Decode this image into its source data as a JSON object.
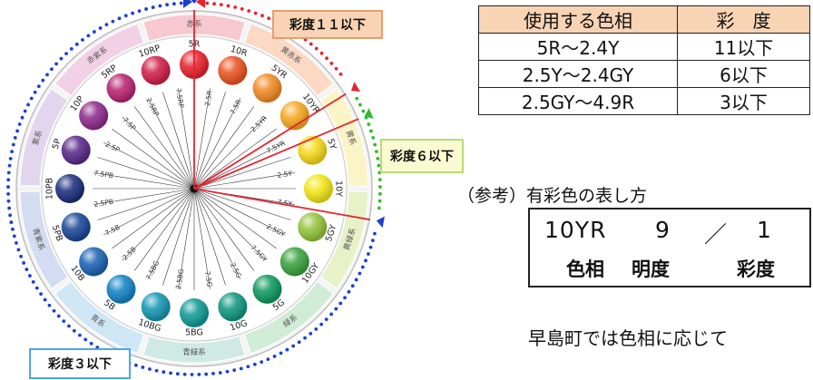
{
  "wheel": {
    "hue_labels": [
      "5R",
      "10R",
      "5YR",
      "10YR",
      "5Y",
      "10Y",
      "5GY",
      "10GY",
      "5G",
      "10G",
      "5BG",
      "10BG",
      "5B",
      "10B",
      "5PB",
      "10PB",
      "5P",
      "10P",
      "5RP",
      "10RP"
    ],
    "hue_colors": [
      "#e8232f",
      "#ec5322",
      "#f28a26",
      "#f6a821",
      "#f6d91a",
      "#f2e617",
      "#94c33b",
      "#3aa33f",
      "#0f9960",
      "#109880",
      "#0f9a95",
      "#1696b2",
      "#1383c4",
      "#1c63b4",
      "#1a4898",
      "#1c2f7c",
      "#5a2a8a",
      "#8d2a8c",
      "#b82572",
      "#d21f48"
    ],
    "inner_labels": [
      "2.5R",
      "7.5R",
      "2.5YR",
      "7.5YR",
      "2.5Y",
      "7.5Y",
      "2.5GY",
      "7.5GY",
      "2.5G",
      "7.5G",
      "2.5BG",
      "7.5BG",
      "2.5B",
      "7.5B",
      "2.5PB",
      "7.5PB",
      "2.5P",
      "7.5P",
      "2.5RP",
      "7.5RP"
    ],
    "sectors": [
      "赤系",
      "黄赤系",
      "黄系",
      "黄緑系",
      "緑系",
      "青緑系",
      "青系",
      "青紫系",
      "紫系",
      "赤紫系"
    ],
    "sector_colors": [
      "#f7c8cf",
      "#fbd9c4",
      "#fbf4c6",
      "#e8f2c9",
      "#d1ecd6",
      "#cfeae5",
      "#cfe6f4",
      "#d3dcf0",
      "#e2d6ee",
      "#f2d1e6"
    ],
    "guide_colors": {
      "red": "#e8232f",
      "green": "#2fbb2f",
      "blue": "#1c3fd0"
    }
  },
  "boxes": {
    "saturation_11": "彩度１１以下",
    "saturation_6": "彩度６以下",
    "saturation_3": "彩度３以下"
  },
  "table": {
    "headers": [
      "使用する色相",
      "彩　度"
    ],
    "rows": [
      [
        "5R～2.4Y",
        "11以下"
      ],
      [
        "2.5Y～2.4GY",
        "6以下"
      ],
      [
        "2.5GY～4.9R",
        "3以下"
      ]
    ]
  },
  "reference": {
    "title": "（参考）有彩色の表し方",
    "example_hue": "10YR",
    "example_value": "9",
    "example_slash": "／",
    "example_chroma": "1",
    "label_hue": "色相",
    "label_value": "明度",
    "label_chroma": "彩度"
  },
  "note": "早島町では色相に応じて"
}
